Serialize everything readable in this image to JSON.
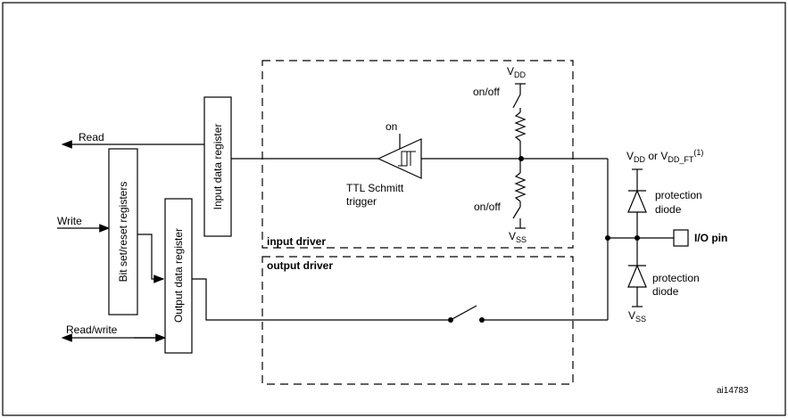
{
  "labels": {
    "read": "Read",
    "write": "Write",
    "read_write": "Read/write",
    "bit_set_reset": "Bit set/reset registers",
    "input_data_register": "Input data register",
    "output_data_register": "Output data register",
    "on": "on",
    "ttl_line1": "TTL Schmitt",
    "ttl_line2": "trigger",
    "on_off_top": "on/off",
    "on_off_bottom": "on/off",
    "vdd_v": "V",
    "vdd_sub": "DD",
    "vss_v": "V",
    "vss_sub": "SS",
    "input_driver": "input driver",
    "output_driver": "output driver",
    "vdd_or_v1": "V",
    "vdd_or_sub1": "DD",
    "vdd_or_mid": " or V",
    "vdd_or_sub2": "DD_FT",
    "vdd_or_sup": "(1)",
    "protection_top_1": "protection",
    "protection_top_2": "diode",
    "protection_bot_1": "protection",
    "protection_bot_2": "diode",
    "io_pin": "I/O pin",
    "vss_right_v": "V",
    "vss_right_sub": "SS",
    "figure_id": "ai14783"
  }
}
